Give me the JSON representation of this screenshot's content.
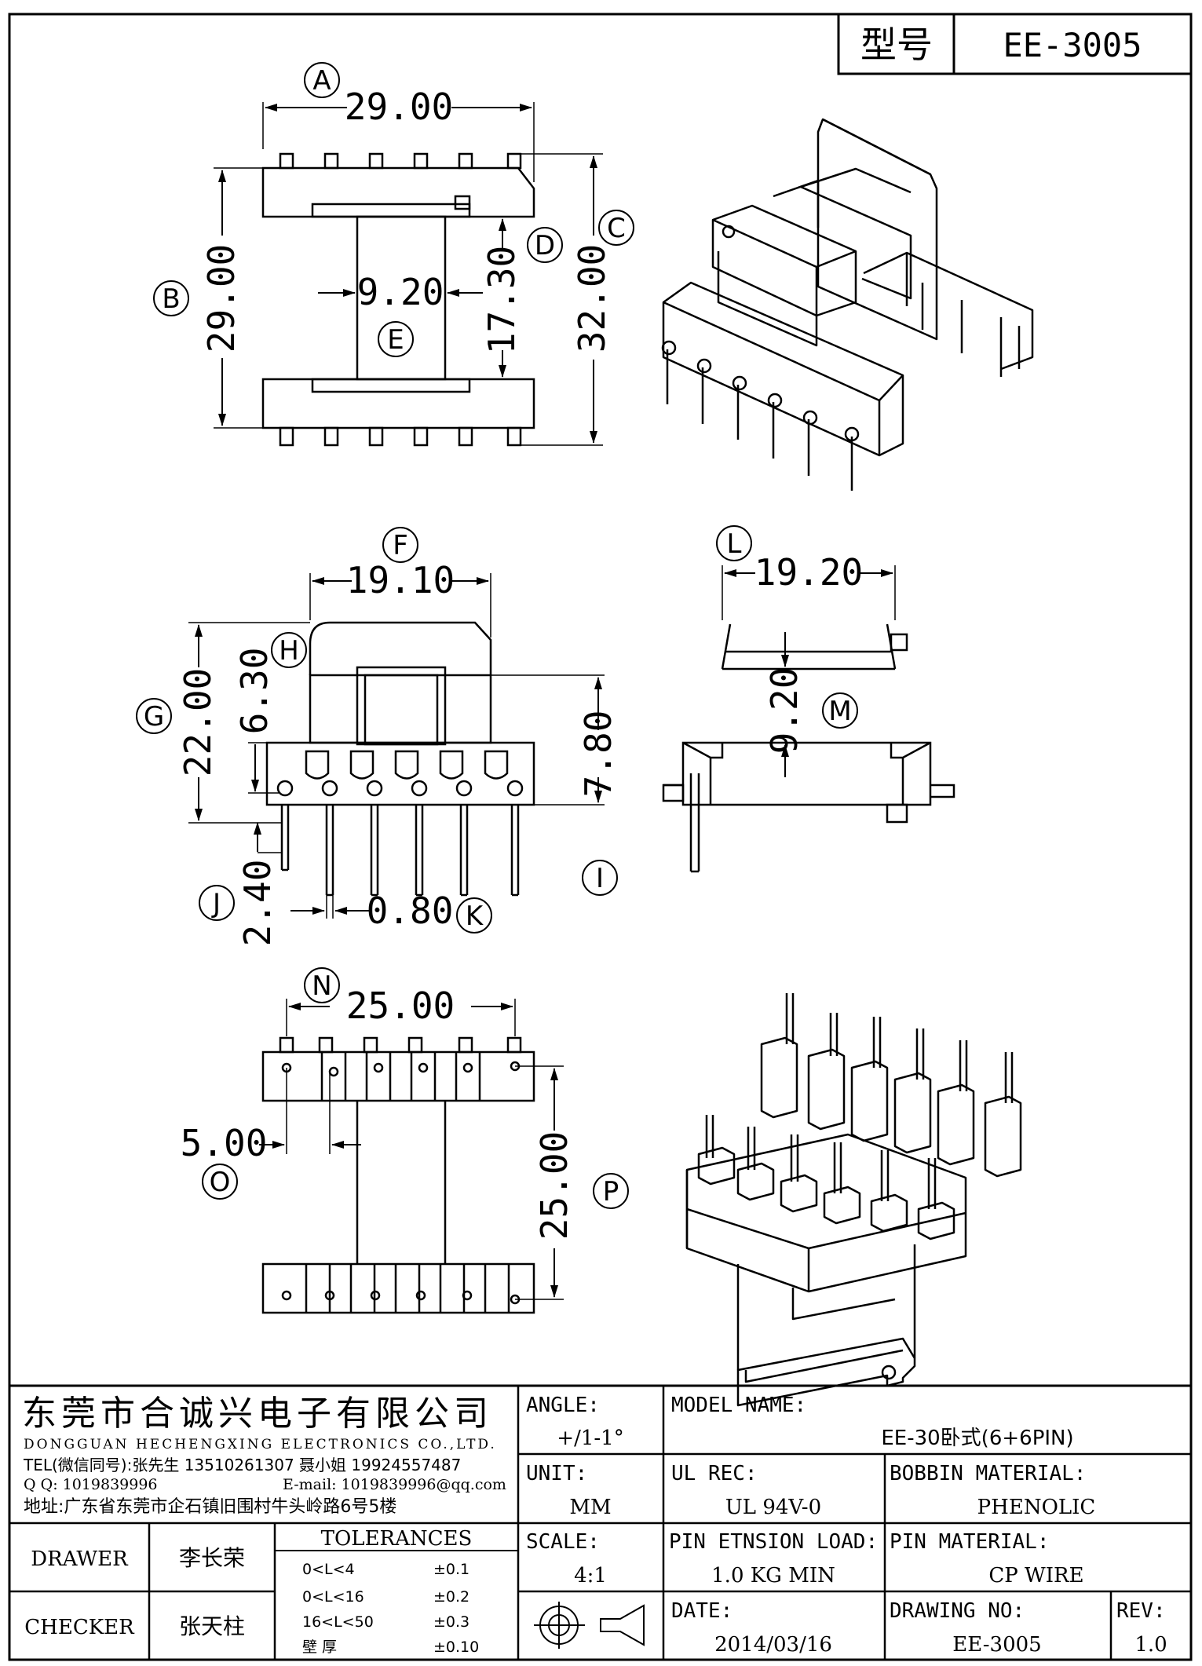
{
  "header": {
    "model_label": "型号",
    "model_value": "EE-3005"
  },
  "dimensions": {
    "A": {
      "letter": "A",
      "value": "29.00"
    },
    "B": {
      "letter": "B",
      "value": "29.00"
    },
    "C": {
      "letter": "C",
      "value": "32.00"
    },
    "D": {
      "letter": "D",
      "value": "17.30"
    },
    "E": {
      "letter": "E",
      "value": "9.20"
    },
    "F": {
      "letter": "F",
      "value": "19.10"
    },
    "G": {
      "letter": "G",
      "value": "22.00"
    },
    "H": {
      "letter": "H",
      "value": "6.30"
    },
    "I": {
      "letter": "I",
      "value": "7.80"
    },
    "J": {
      "letter": "J",
      "value": "2.40"
    },
    "K": {
      "letter": "K",
      "value": "0.80"
    },
    "L": {
      "letter": "L",
      "value": "19.20"
    },
    "M": {
      "letter": "M",
      "value": "9.20"
    },
    "N": {
      "letter": "N",
      "value": "25.00"
    },
    "O": {
      "letter": "O",
      "value": "5.00"
    },
    "P": {
      "letter": "P",
      "value": "25.00"
    }
  },
  "company": {
    "name_cn": "东莞市合诚兴电子有限公司",
    "name_en": "DONGGUAN HECHENGXING ELECTRONICS CO.,LTD.",
    "tel": "TEL(微信同号):张先生 13510261307 聂小姐 19924557487",
    "qq": "Q Q: 1019839996",
    "email": "E-mail: 1019839996@qq.com",
    "address": "地址:广东省东莞市企石镇旧围村牛头岭路6号5楼"
  },
  "title_block": {
    "angle_label": "ANGLE:",
    "angle_value": "+/1-1°",
    "unit_label": "UNIT:",
    "unit_value": "MM",
    "scale_label": "SCALE:",
    "scale_value": "4:1",
    "model_name_label": "MODEL NAME:",
    "model_name_value": "EE-30卧式(6+6PIN)",
    "ul_rec_label": "UL REC:",
    "ul_rec_value": "UL 94V-0",
    "bobbin_material_label": "BOBBIN MATERIAL:",
    "bobbin_material_value": "PHENOLIC",
    "pin_load_label": "PIN ETNSION LOAD:",
    "pin_load_value": "1.0 KG MIN",
    "pin_material_label": "PIN MATERIAL:",
    "pin_material_value": "CP WIRE",
    "date_label": "DATE:",
    "date_value": "2014/03/16",
    "drawing_no_label": "DRAWING NO:",
    "drawing_no_value": "EE-3005",
    "rev_label": "REV:",
    "rev_value": "1.0",
    "drawer_label": "DRAWER",
    "drawer_name": "李长荣",
    "checker_label": "CHECKER",
    "checker_name": "张天柱",
    "tolerances_title": "TOLERANCES",
    "tolerances": [
      {
        "range": "0<L<4",
        "tol": "±0.1"
      },
      {
        "range": "0<L<16",
        "tol": "±0.2"
      },
      {
        "range": "16<L<50",
        "tol": "±0.3"
      },
      {
        "range": "壁  厚",
        "tol": "±0.10"
      }
    ]
  }
}
